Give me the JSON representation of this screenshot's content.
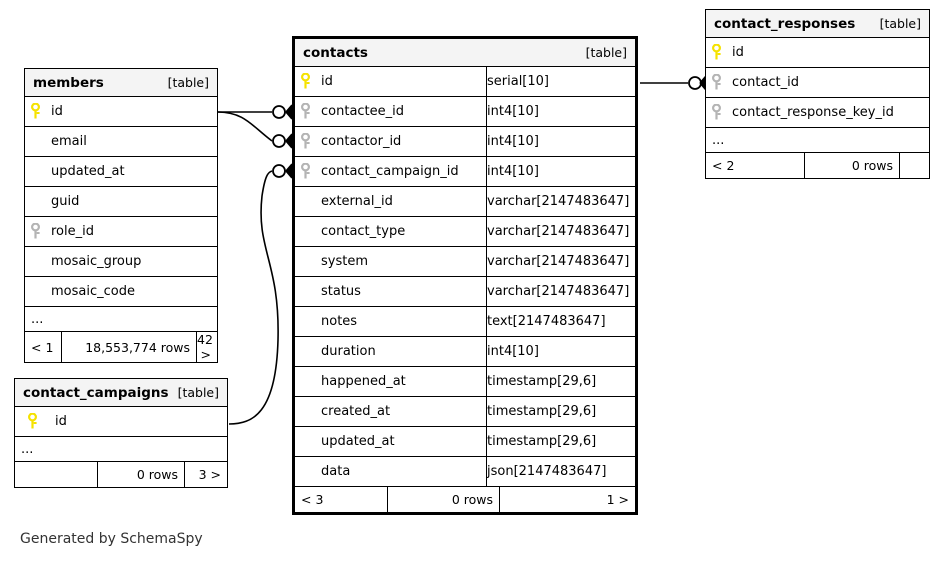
{
  "caption": "Generated by SchemaSpy",
  "colors": {
    "primary_key": "#f5e200",
    "foreign_key": "#b4b4b4",
    "header_bg": "#f4f4f4",
    "border": "#000000",
    "background": "#ffffff"
  },
  "labels": {
    "table_kind": "[table]",
    "ellipsis": "..."
  },
  "tables": [
    {
      "id": "members",
      "name": "members",
      "kind": "[table]",
      "has_type_column": false,
      "columns": [
        {
          "name": "id",
          "type": "",
          "key": "primary"
        },
        {
          "name": "email",
          "type": "",
          "key": "none"
        },
        {
          "name": "updated_at",
          "type": "",
          "key": "none"
        },
        {
          "name": "guid",
          "type": "",
          "key": "none"
        },
        {
          "name": "role_id",
          "type": "",
          "key": "foreign"
        },
        {
          "name": "mosaic_group",
          "type": "",
          "key": "none"
        },
        {
          "name": "mosaic_code",
          "type": "",
          "key": "none"
        }
      ],
      "ellipsis": "...",
      "footer": {
        "left": "< 1",
        "middle": "18,553,774 rows",
        "right": "42 >"
      }
    },
    {
      "id": "contact_campaigns",
      "name": "contact_campaigns",
      "kind": "[table]",
      "has_type_column": false,
      "columns": [
        {
          "name": "id",
          "type": "",
          "key": "primary"
        }
      ],
      "ellipsis": "...",
      "footer": {
        "left": "",
        "middle": "0 rows",
        "right": "3 >"
      }
    },
    {
      "id": "contacts",
      "name": "contacts",
      "kind": "[table]",
      "has_type_column": true,
      "columns": [
        {
          "name": "id",
          "type": "serial[10]",
          "key": "primary"
        },
        {
          "name": "contactee_id",
          "type": "int4[10]",
          "key": "foreign"
        },
        {
          "name": "contactor_id",
          "type": "int4[10]",
          "key": "foreign"
        },
        {
          "name": "contact_campaign_id",
          "type": "int4[10]",
          "key": "foreign"
        },
        {
          "name": "external_id",
          "type": "varchar[2147483647]",
          "key": "none"
        },
        {
          "name": "contact_type",
          "type": "varchar[2147483647]",
          "key": "none"
        },
        {
          "name": "system",
          "type": "varchar[2147483647]",
          "key": "none"
        },
        {
          "name": "status",
          "type": "varchar[2147483647]",
          "key": "none"
        },
        {
          "name": "notes",
          "type": "text[2147483647]",
          "key": "none"
        },
        {
          "name": "duration",
          "type": "int4[10]",
          "key": "none"
        },
        {
          "name": "happened_at",
          "type": "timestamp[29,6]",
          "key": "none"
        },
        {
          "name": "created_at",
          "type": "timestamp[29,6]",
          "key": "none"
        },
        {
          "name": "updated_at",
          "type": "timestamp[29,6]",
          "key": "none"
        },
        {
          "name": "data",
          "type": "json[2147483647]",
          "key": "none"
        }
      ],
      "ellipsis": null,
      "footer": {
        "left": "< 3",
        "middle": "0 rows",
        "right": "1 >"
      }
    },
    {
      "id": "contact_responses",
      "name": "contact_responses",
      "kind": "[table]",
      "has_type_column": false,
      "columns": [
        {
          "name": "id",
          "type": "",
          "key": "primary"
        },
        {
          "name": "contact_id",
          "type": "",
          "key": "foreign"
        },
        {
          "name": "contact_response_key_id",
          "type": "",
          "key": "foreign"
        }
      ],
      "ellipsis": "...",
      "footer": {
        "left": "< 2",
        "middle": "0 rows",
        "right": ""
      }
    }
  ],
  "relationships": [
    {
      "from_table": "members",
      "from_column": "id",
      "to_table": "contacts",
      "to_column": "contactee_id",
      "cardinality": "zero-or-many"
    },
    {
      "from_table": "members",
      "from_column": "id",
      "to_table": "contacts",
      "to_column": "contactor_id",
      "cardinality": "zero-or-many"
    },
    {
      "from_table": "contact_campaigns",
      "from_column": "id",
      "to_table": "contacts",
      "to_column": "contact_campaign_id",
      "cardinality": "zero-or-many"
    },
    {
      "from_table": "contacts",
      "from_column": "id",
      "to_table": "contact_responses",
      "to_column": "contact_id",
      "cardinality": "zero-or-many"
    }
  ]
}
